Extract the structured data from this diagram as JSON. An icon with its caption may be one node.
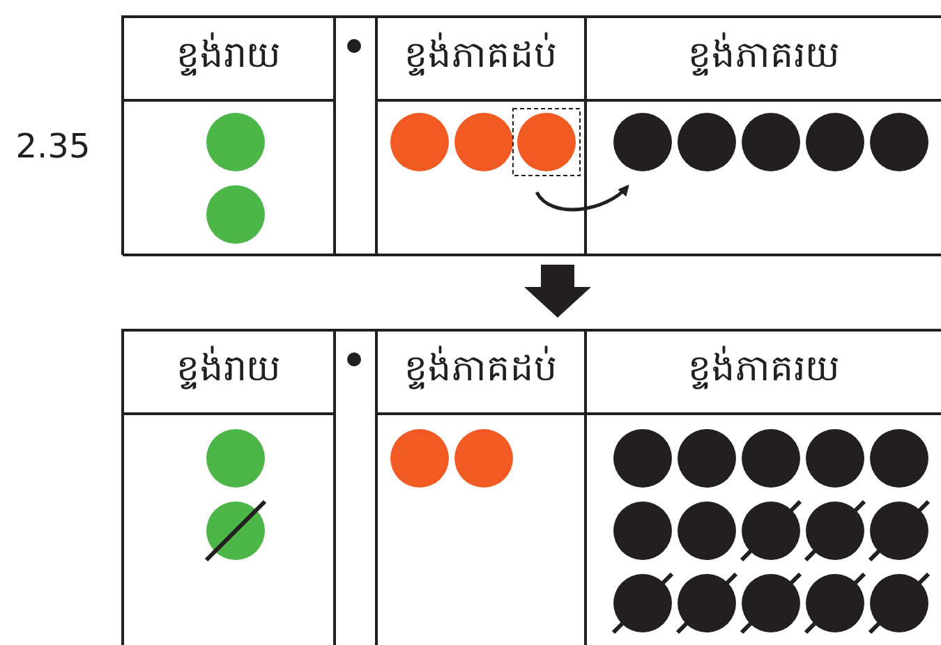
{
  "diagram": {
    "labels": [
      "ខ្ទង់រាយ",
      "ខ្ទង់ភាគដប់",
      "ខ្ទង់ភាគរយ",
      "2.35",
      "ខ្ទង់រាយ",
      "ខ្ទង់ភាគដប់",
      "ខ្ទង់ភាគរយ"
    ]
  }
}
